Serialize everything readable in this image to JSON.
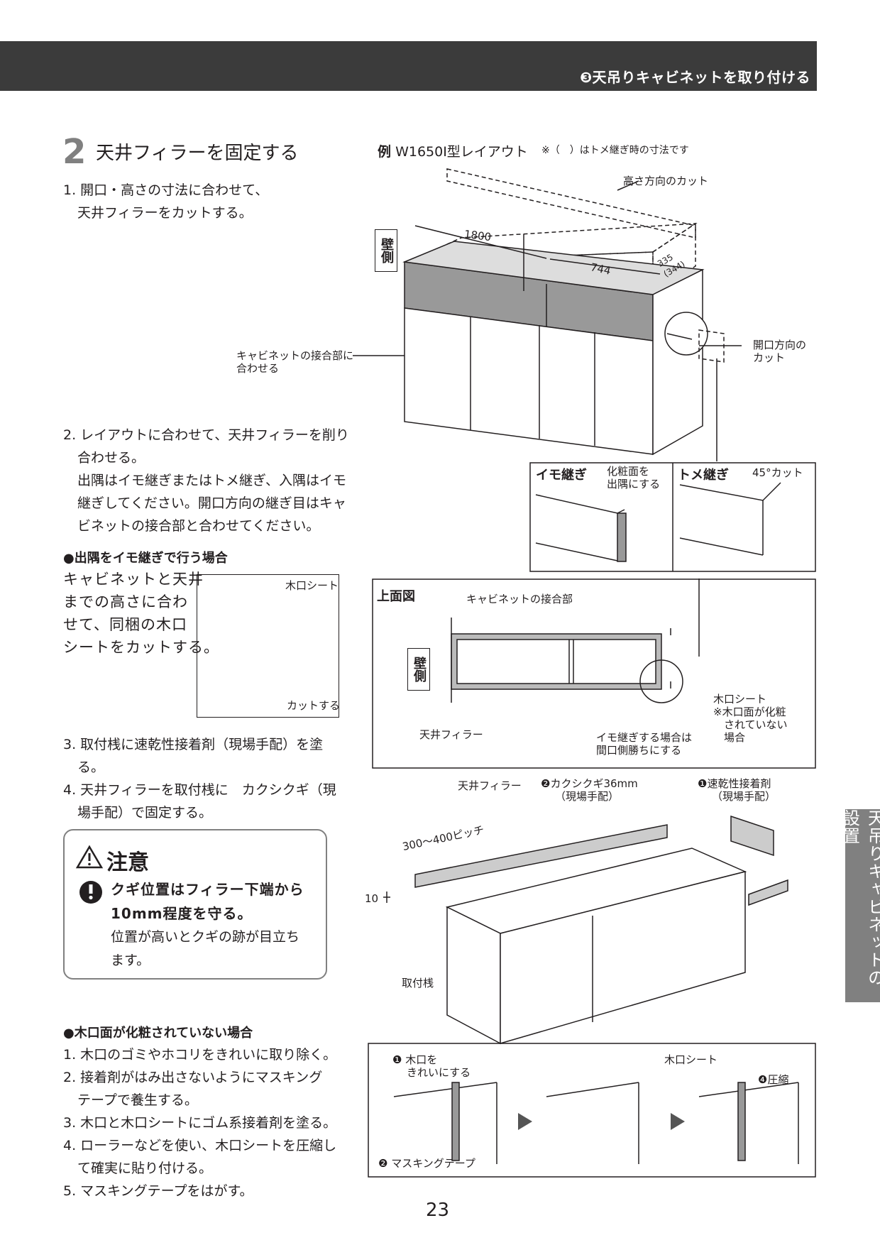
{
  "header": {
    "title": "❸天吊りキャビネットを取り付ける"
  },
  "side_tab": {
    "label": "天吊りキャビネットの設置"
  },
  "page_number": "23",
  "step": {
    "number": "2",
    "title": "天井フィラーを固定する",
    "items": [
      "1. 開口・高さの寸法に合わせて、",
      "天井フィラーをカットする。",
      "2. レイアウトに合わせて、天井フィラーを削り",
      "合わせる。",
      "出隅はイモ継ぎまたはトメ継ぎ、入隅はイモ",
      "継ぎしてください。開口方向の継ぎ目はキャ",
      "ビネットの接合部と合わせてください。"
    ]
  },
  "imo_section": {
    "heading": "●出隅をイモ継ぎで行う場合",
    "lines": [
      "キャビネットと天井",
      "までの高さに合わ",
      "せて、同梱の木口",
      "シートをカットする。"
    ],
    "fig_labels": {
      "sheet": "木口シート",
      "cut": "カットする"
    }
  },
  "steps_3_4": [
    "3. 取付桟に速乾性接着剤（現場手配）を塗",
    "る。",
    "4. 天井フィラーを取付桟に　カクシクギ（現",
    "場手配）で固定する。"
  ],
  "caution": {
    "title": "注意",
    "bold_lines": [
      "クギ位置はフィラー下端から",
      "10mm程度を守る。"
    ],
    "lines": [
      "位置が高いとクギの跡が目立ち",
      "ます。"
    ]
  },
  "koguchi_section": {
    "heading": "●木口面が化粧されていない場合",
    "items": [
      "1. 木口のゴミやホコリをきれいに取り除く。",
      "2. 接着剤がはみ出さないようにマスキング",
      "テープで養生する。",
      "3. 木口と木口シートにゴム系接着剤を塗る。",
      "4. ローラーなどを使い、木口シートを圧縮し",
      "て確実に貼り付ける。",
      "5. マスキングテープをはがす。"
    ]
  },
  "figure_top": {
    "example_prefix": "例",
    "example_title": "W1650I型レイアウト",
    "note": "※（　）はトメ継ぎ時の寸法です",
    "label_height_cut": "高さ方向のカット",
    "wall_side": "壁側",
    "dim_1800": "1800",
    "dim_744": "744",
    "dim_335": "335",
    "dim_344": "(344)",
    "label_joint": [
      "キャビネットの接合部に",
      "合わせる"
    ],
    "label_open_cut": [
      "開口方向の",
      "カット"
    ]
  },
  "figure_joints": {
    "imo_title": "イモ継ぎ",
    "imo_note": [
      "化粧面を",
      "出隅にする"
    ],
    "tome_title": "トメ継ぎ",
    "tome_note": "45°カット"
  },
  "figure_plan": {
    "title": "上面図",
    "label_joint": "キャビネットの接合部",
    "wall_side": "壁側",
    "label_filler": "天井フィラー",
    "label_imo": [
      "イモ継ぎする場合は",
      "間口側勝ちにする"
    ],
    "label_sheet": [
      "木口シート",
      "※木口面が化粧",
      "　されていない",
      "　場合"
    ]
  },
  "figure_assembly": {
    "label_filler": "天井フィラー",
    "label_nail": [
      "❷カクシクギ36mm",
      "（現場手配）"
    ],
    "label_glue": [
      "❶速乾性接着剤",
      "（現場手配）"
    ],
    "label_pitch": "300〜400ピッチ",
    "label_10": "10",
    "label_rail": "取付桟"
  },
  "figure_sheet_steps": {
    "step1": [
      "❶ 木口を",
      "きれいにする"
    ],
    "step2": "❷ マスキングテープ",
    "step3_label": "木口シート",
    "step4": "❹圧縮"
  }
}
